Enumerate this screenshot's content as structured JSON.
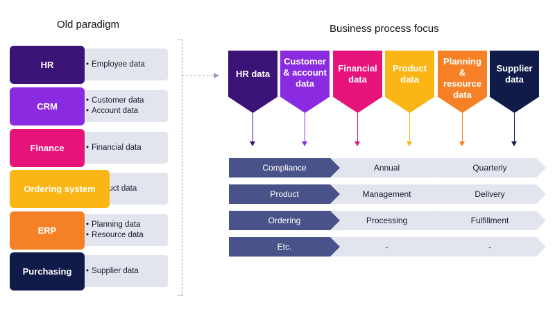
{
  "left_title": "Old paradigm",
  "right_title": "Business process focus",
  "systems": [
    {
      "name": "HR",
      "color": "#3b1276",
      "items": [
        "Employee data"
      ]
    },
    {
      "name": "CRM",
      "color": "#8a2be2",
      "items": [
        "Customer data",
        "Account data"
      ]
    },
    {
      "name": "Finance",
      "color": "#e6147a",
      "items": [
        "Financial data"
      ]
    },
    {
      "name": "Ordering system",
      "color": "#fbb514",
      "items": [
        "Product data"
      ]
    },
    {
      "name": "ERP",
      "color": "#f58025",
      "items": [
        "Planning data",
        "Resource data"
      ]
    },
    {
      "name": "Purchasing",
      "color": "#111b4a",
      "items": [
        "Supplier data"
      ]
    }
  ],
  "focus_areas": [
    {
      "label": "HR data",
      "color": "#3b1276"
    },
    {
      "label": "Customer & account data",
      "color": "#8a2be2"
    },
    {
      "label": "Financial data",
      "color": "#e6147a"
    },
    {
      "label": "Product data",
      "color": "#fbb514"
    },
    {
      "label": "Planning & resource data",
      "color": "#f58025"
    },
    {
      "label": "Supplier data",
      "color": "#111b4a"
    }
  ],
  "processes": [
    [
      "Compliance",
      "Annual",
      "Quarterly"
    ],
    [
      "Product",
      "Management",
      "Delivery"
    ],
    [
      "Ordering",
      "Processing",
      "Fulfillment"
    ],
    [
      "Etc.",
      "-",
      "-"
    ]
  ]
}
